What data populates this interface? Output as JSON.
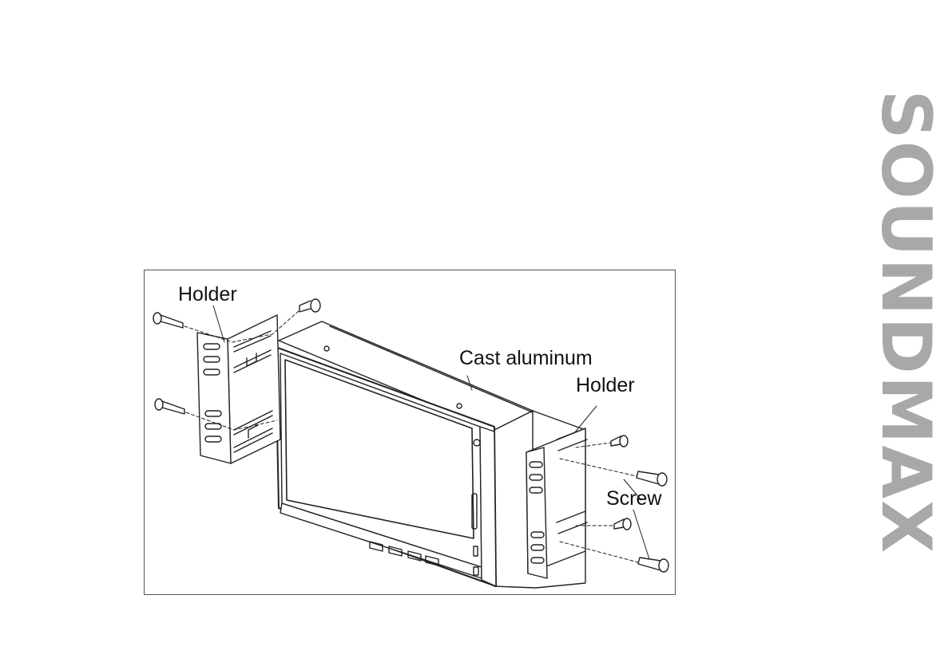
{
  "brand": {
    "text": "SOUNDMAX",
    "color": "#a8a8a8"
  },
  "figure": {
    "labels": {
      "holder_left": "Holder",
      "cast_aluminum": "Cast aluminum",
      "holder_right": "Holder",
      "screw": "Screw"
    }
  }
}
